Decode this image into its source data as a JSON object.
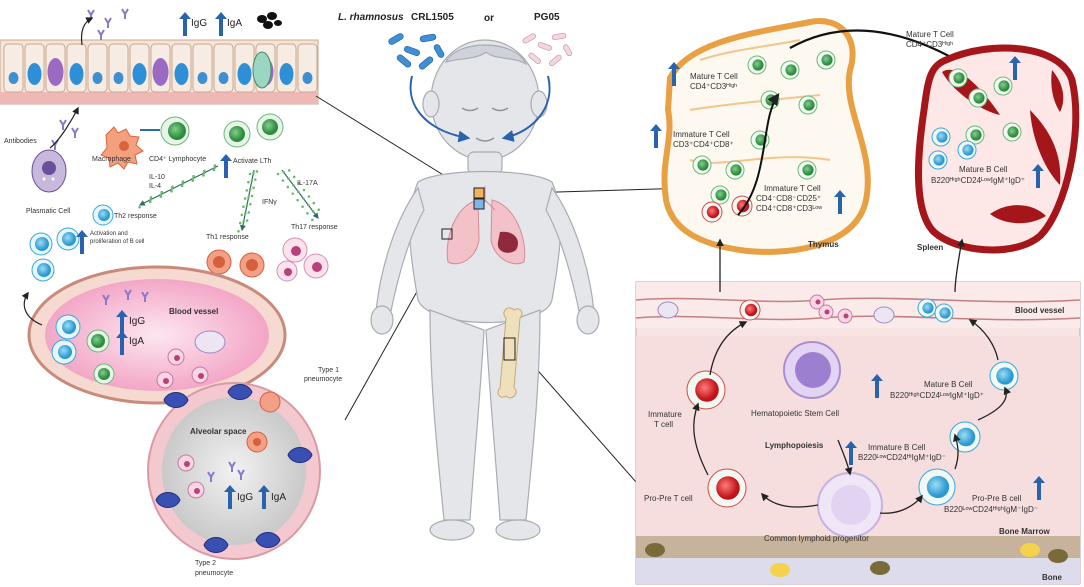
{
  "colors": {
    "blue_arrow": "#2a63ad",
    "thymus_orange": "#e8a043",
    "spleen_red": "#a4161a",
    "marrow_pink": "#f6dede",
    "t_cell_red": "#d7262b",
    "b_cell_blue": "#3aa7d9",
    "lymph_green": "#3f9a4b"
  },
  "header": {
    "strain1": "L. rhamnosus",
    "strain1_code": "CRL1505",
    "or": "or",
    "strain2": "PG05"
  },
  "mucosa": {
    "igg": "IgG",
    "iga": "IgA",
    "antibodies": "Antibodies",
    "macrophage": "Macrophage",
    "cd4_lymphocyte": "CD4⁺ Lymphocyte",
    "activate_lth": "Activate LTh",
    "il10": "IL-10",
    "il4": "IL-4",
    "ifny": "IFNγ",
    "il17a": "IL-17A",
    "plasmatic_cell": "Plasmatic Cell",
    "th2": "Th2 response",
    "activation_b": "Activation and",
    "proliferation_b": "proliferation of B cell",
    "th1": "Th1 response",
    "th17": "Th17 response"
  },
  "blood_vessel_left": {
    "label": "Blood vessel",
    "igg": "IgG",
    "iga": "IgA"
  },
  "alveolus": {
    "space": "Alveolar space",
    "type1_a": "Type 1",
    "type1_b": "pneumocyte",
    "type2_a": "Type 2",
    "type2_b": "pneumocyte",
    "igg": "IgG",
    "iga": "IgA"
  },
  "thymus": {
    "label": "Thymus",
    "mature_title": "Mature T Cell",
    "mature_markers": "CD4⁺CD3ᴴⁱᵍʰ",
    "imm1_title": "Immature T Cell",
    "imm1_markers": "CD3⁺CD4⁺CD8⁺",
    "imm2_title": "Immature T Cell",
    "imm2_markers_a": "CD4⁻CD8⁻CD25⁺",
    "imm2_markers_b": "CD4⁺CD8⁺CD3ᴸᵒʷ"
  },
  "spleen": {
    "label": "Spleen",
    "mature_t_title": "Mature T Cell",
    "mature_t_markers": "CD4⁺CD3ᴴⁱᵍʰ",
    "mature_b_title": "Mature B Cell",
    "mature_b_markers": "B220ᴴⁱᵍʰCD24ᴸᵒʷIgM⁺IgD⁺"
  },
  "marrow": {
    "blood_vessel": "Blood vessel",
    "immature_t_a": "Immature",
    "immature_t_b": "T cell",
    "hsc": "Hematopoietic Stem Cell",
    "lymphopoiesis": "Lymphopoiesis",
    "mature_b_title": "Mature B Cell",
    "mature_b_markers": "B220ᴴⁱᵍʰCD24ᴸᵒʷIgM⁺IgD⁺",
    "immature_b_title": "Immature B Cell",
    "immature_b_markers": "B220ᴸᵒʷCD24ᴴⁱIgM⁺IgD⁻",
    "pro_pre_t": "Pro-Pre T cell",
    "pro_pre_b_title": "Pro-Pre B cell",
    "pro_pre_b_markers": "B220ᴸᵒʷCD24ᴴⁱᵍʰIgM⁻IgD⁻",
    "clp": "Common lymphoid progenitor",
    "bone_marrow": "Bone Marrow",
    "bone": "Bone"
  }
}
